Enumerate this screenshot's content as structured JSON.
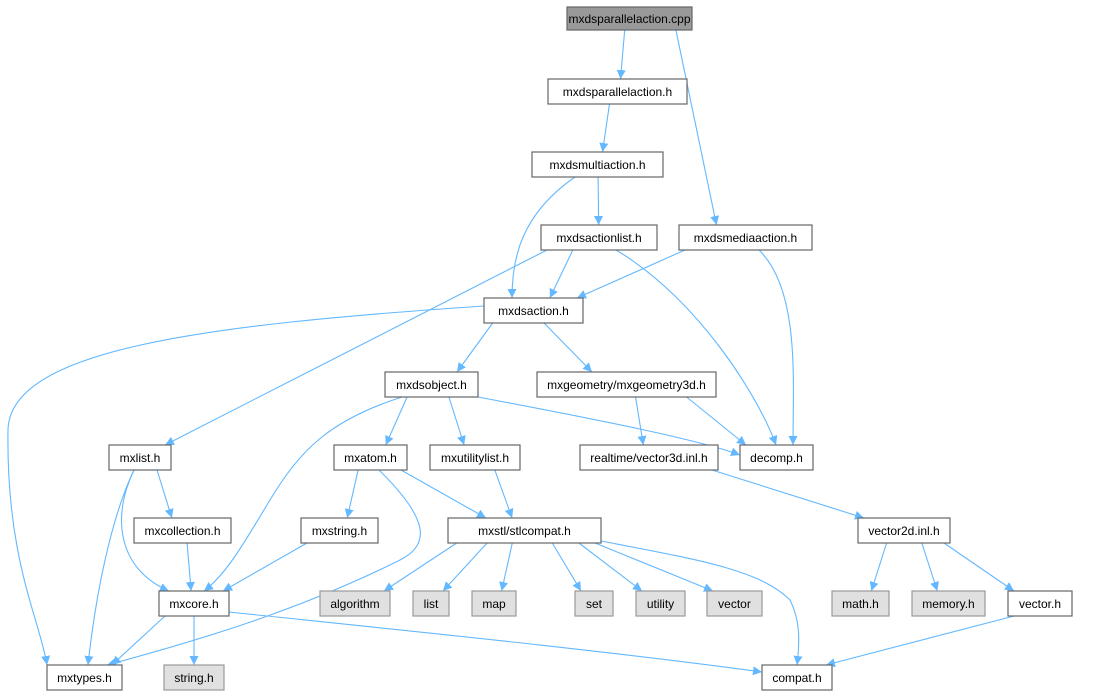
{
  "graph": {
    "title": "mxdsparallelaction.cpp include dependency graph",
    "edge_color": "#63b8ff",
    "nodes": {
      "root": {
        "label": "mxdsparallelaction.cpp",
        "kind": "root"
      },
      "pa": {
        "label": "mxdsparallelaction.h",
        "kind": "file"
      },
      "ma": {
        "label": "mxdsmultiaction.h",
        "kind": "file"
      },
      "al": {
        "label": "mxdsactionlist.h",
        "kind": "file"
      },
      "me": {
        "label": "mxdsmediaaction.h",
        "kind": "file"
      },
      "ac": {
        "label": "mxdsaction.h",
        "kind": "file"
      },
      "ob": {
        "label": "mxdsobject.h",
        "kind": "file"
      },
      "g3": {
        "label": "mxgeometry/mxgeometry3d.h",
        "kind": "file"
      },
      "li": {
        "label": "mxlist.h",
        "kind": "file"
      },
      "at": {
        "label": "mxatom.h",
        "kind": "file"
      },
      "ul": {
        "label": "mxutilitylist.h",
        "kind": "file"
      },
      "v3": {
        "label": "realtime/vector3d.inl.h",
        "kind": "file"
      },
      "de": {
        "label": "decomp.h",
        "kind": "file"
      },
      "co": {
        "label": "mxcollection.h",
        "kind": "file"
      },
      "st": {
        "label": "mxstring.h",
        "kind": "file"
      },
      "sc": {
        "label": "mxstl/stlcompat.h",
        "kind": "file"
      },
      "v2": {
        "label": "vector2d.inl.h",
        "kind": "file"
      },
      "cr": {
        "label": "mxcore.h",
        "kind": "file"
      },
      "alg": {
        "label": "algorithm",
        "kind": "system"
      },
      "lst": {
        "label": "list",
        "kind": "system"
      },
      "map": {
        "label": "map",
        "kind": "system"
      },
      "set": {
        "label": "set",
        "kind": "system"
      },
      "uti": {
        "label": "utility",
        "kind": "system"
      },
      "vec": {
        "label": "vector",
        "kind": "system"
      },
      "mth": {
        "label": "math.h",
        "kind": "system"
      },
      "mem": {
        "label": "memory.h",
        "kind": "system"
      },
      "vh": {
        "label": "vector.h",
        "kind": "file"
      },
      "ty": {
        "label": "mxtypes.h",
        "kind": "file"
      },
      "sh": {
        "label": "string.h",
        "kind": "system"
      },
      "cp": {
        "label": "compat.h",
        "kind": "file"
      }
    },
    "edges": [
      [
        "root",
        "pa"
      ],
      [
        "root",
        "me"
      ],
      [
        "pa",
        "ma"
      ],
      [
        "ma",
        "al"
      ],
      [
        "ma",
        "ac"
      ],
      [
        "al",
        "ac"
      ],
      [
        "al",
        "li"
      ],
      [
        "al",
        "de"
      ],
      [
        "me",
        "ac"
      ],
      [
        "me",
        "de"
      ],
      [
        "ac",
        "ob"
      ],
      [
        "ac",
        "g3"
      ],
      [
        "ac",
        "ty"
      ],
      [
        "ob",
        "cr"
      ],
      [
        "ob",
        "at"
      ],
      [
        "ob",
        "ul"
      ],
      [
        "ob",
        "de"
      ],
      [
        "g3",
        "v3"
      ],
      [
        "g3",
        "de"
      ],
      [
        "li",
        "co"
      ],
      [
        "li",
        "cr"
      ],
      [
        "li",
        "ty"
      ],
      [
        "at",
        "st"
      ],
      [
        "at",
        "sc"
      ],
      [
        "at",
        "ty"
      ],
      [
        "ul",
        "sc"
      ],
      [
        "v3",
        "v2"
      ],
      [
        "co",
        "cr"
      ],
      [
        "st",
        "cr"
      ],
      [
        "sc",
        "alg"
      ],
      [
        "sc",
        "lst"
      ],
      [
        "sc",
        "map"
      ],
      [
        "sc",
        "set"
      ],
      [
        "sc",
        "uti"
      ],
      [
        "sc",
        "vec"
      ],
      [
        "sc",
        "cp"
      ],
      [
        "v2",
        "mth"
      ],
      [
        "v2",
        "mem"
      ],
      [
        "v2",
        "vh"
      ],
      [
        "cr",
        "ty"
      ],
      [
        "cr",
        "sh"
      ],
      [
        "cr",
        "cp"
      ],
      [
        "vh",
        "cp"
      ]
    ]
  }
}
